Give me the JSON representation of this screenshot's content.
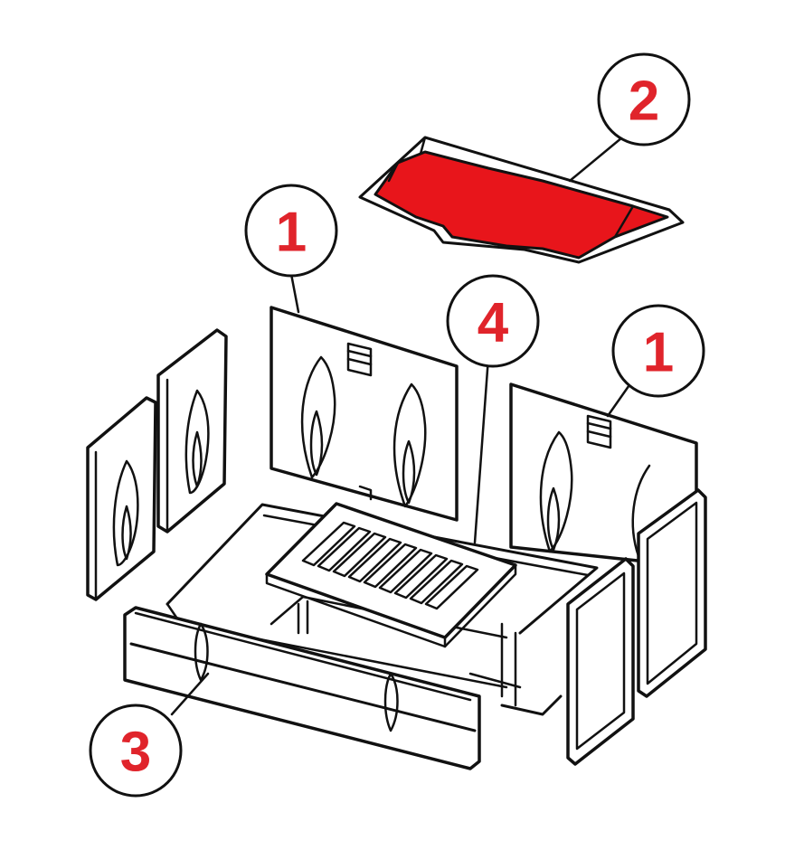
{
  "colors": {
    "highlight": "#e8151b",
    "callout_text": "#e0242b",
    "line": "#111111"
  },
  "callouts": [
    {
      "id": "callout-1-left",
      "label": "1",
      "part": "back-panel-left"
    },
    {
      "id": "callout-1-right",
      "label": "1",
      "part": "back-panel-right"
    },
    {
      "id": "callout-2",
      "label": "2",
      "part": "baffle-plate",
      "highlighted": true
    },
    {
      "id": "callout-3",
      "label": "3",
      "part": "front-fire-bar"
    },
    {
      "id": "callout-4",
      "label": "4",
      "part": "grate"
    }
  ]
}
